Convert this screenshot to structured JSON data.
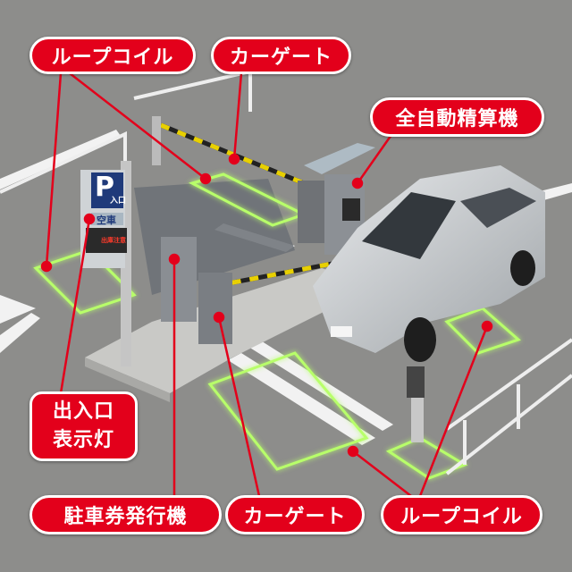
{
  "labels": {
    "loop_coil_top": "ループコイル",
    "car_gate_top": "カーゲート",
    "auto_pay_machine": "全自動精算機",
    "entrance_display_line1": "出入口",
    "entrance_display_line2": "表示灯",
    "ticket_machine": "駐車券発行機",
    "car_gate_bottom": "カーゲート",
    "loop_coil_bottom": "ループコイル"
  },
  "sign": {
    "parking_letter": "P",
    "entrance": "入口",
    "vacancy": "空車",
    "led_message": "出庫注意"
  },
  "colors": {
    "label_red": "#e3001b",
    "loop_green": "#b8ff6a",
    "sign_blue": "#1f3a7a"
  }
}
